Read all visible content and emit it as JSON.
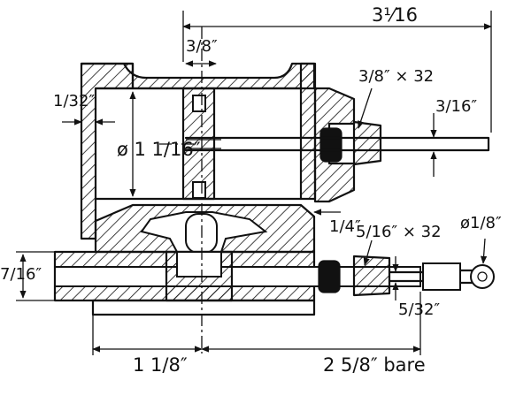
{
  "dimensions": {
    "overall_length": "3⅟16",
    "slide_width": "3/8″",
    "wall_thickness": "1/32″",
    "bore_diameter": "ø 1 1/16″",
    "thread_top": "3/8″ × 32",
    "rod_top": "3/16″",
    "step": "1/4″",
    "thread_bottom": "5/16″ × 32",
    "eye_diameter": "ø1/8″",
    "left_height": "7/16″",
    "rod_bottom": "5/32″",
    "left_length": "1 1/8″",
    "right_length": "2 5/8″ bare"
  },
  "colors": {
    "line": "#111111",
    "background": "#ffffff"
  }
}
